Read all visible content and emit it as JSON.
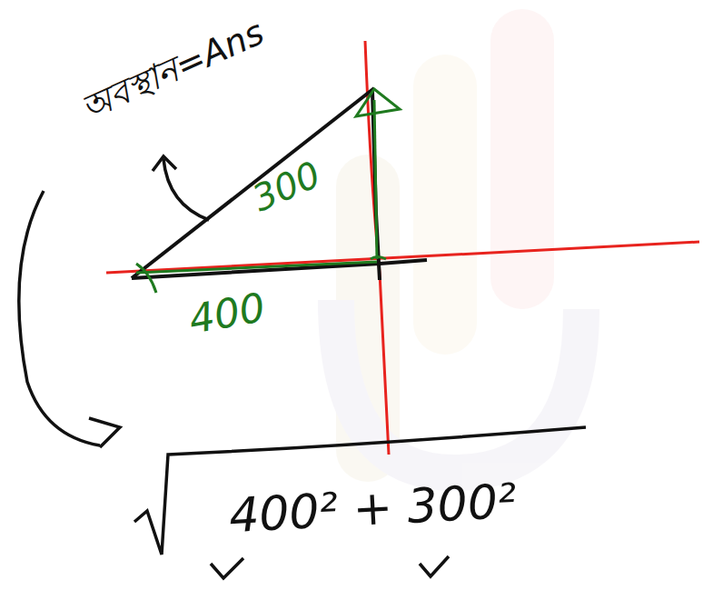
{
  "diagram": {
    "labels": [
      "অবস্থান=Ans",
      "300",
      "400",
      "400² + 300²"
    ]
  }
}
